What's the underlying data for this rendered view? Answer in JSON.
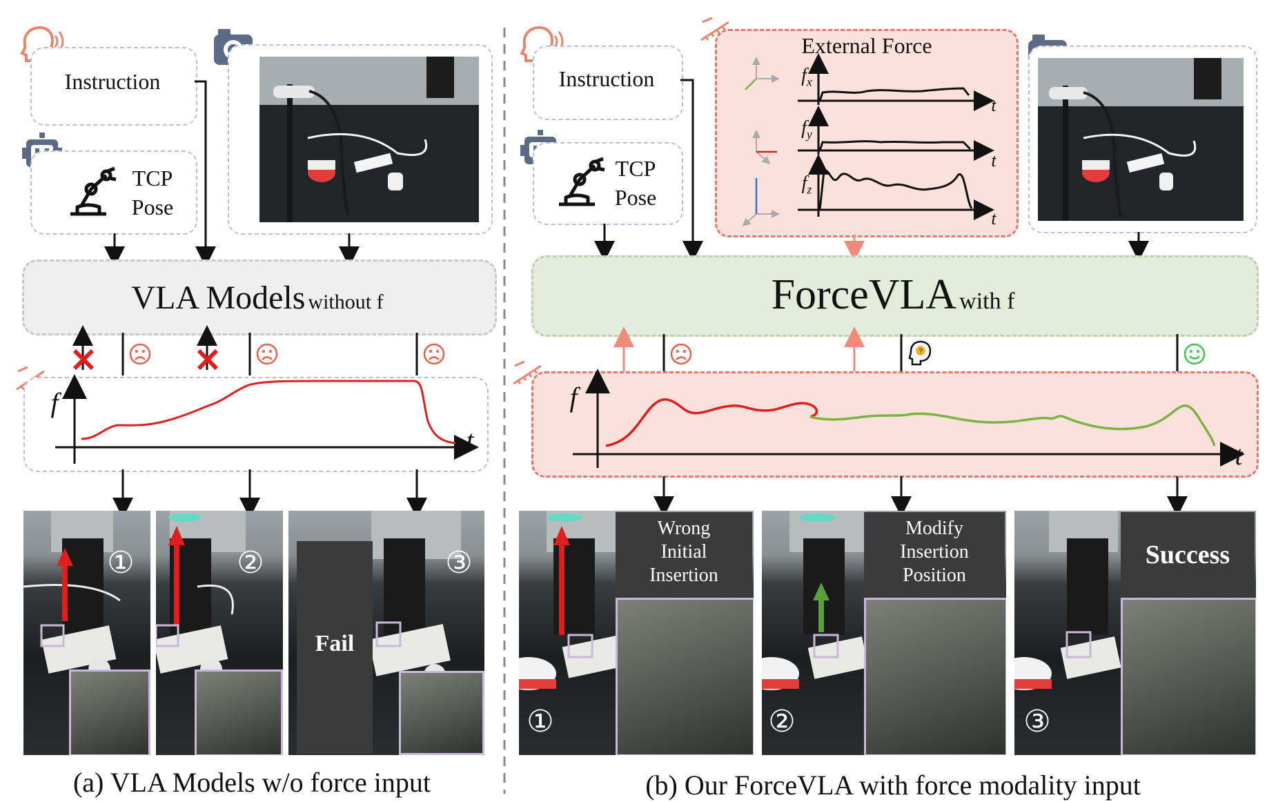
{
  "left": {
    "instruction": "Instruction",
    "tcp_line1": "TCP",
    "tcp_line2": "Pose",
    "model_main": "VLA Models",
    "model_sub": "without f",
    "axis_f": "f",
    "axis_t": "t",
    "steps": [
      "①",
      "②",
      "③"
    ],
    "fail_label": "Fail",
    "caption": "(a) VLA Models w/o force input"
  },
  "right": {
    "instruction": "Instruction",
    "tcp_line1": "TCP",
    "tcp_line2": "Pose",
    "external_force_title": "External Force",
    "force_axes": [
      "fx",
      "fy",
      "fz"
    ],
    "model_main": "ForceVLA",
    "model_sub": "with f",
    "axis_f": "f",
    "axis_t": "t",
    "steps": [
      "①",
      "②",
      "③"
    ],
    "step_labels": [
      [
        "Wrong",
        "Initial",
        "Insertion"
      ],
      [
        "Modify",
        "Insertion",
        "Position"
      ],
      [
        "Success"
      ]
    ],
    "caption": "(b) Our ForceVLA with force modality input"
  },
  "colors": {
    "force_curve_red": "#e01e1e",
    "force_curve_green": "#7db342",
    "model_box_left": "#efefef",
    "model_box_right": "#e4ecdc",
    "force_panel_bg": "#fbe1dc",
    "force_panel_border": "#e07a6c",
    "dashed_border": "#b9bfe0",
    "arrow_up_salmon": "#f08a7a"
  },
  "icons": [
    "speaking-head-icon",
    "camera-icon",
    "robot-head-icon",
    "robot-arm-icon",
    "force-sensor-icon",
    "cross-mark-icon",
    "sad-face-icon",
    "thinking-face-icon",
    "smile-face-icon"
  ]
}
